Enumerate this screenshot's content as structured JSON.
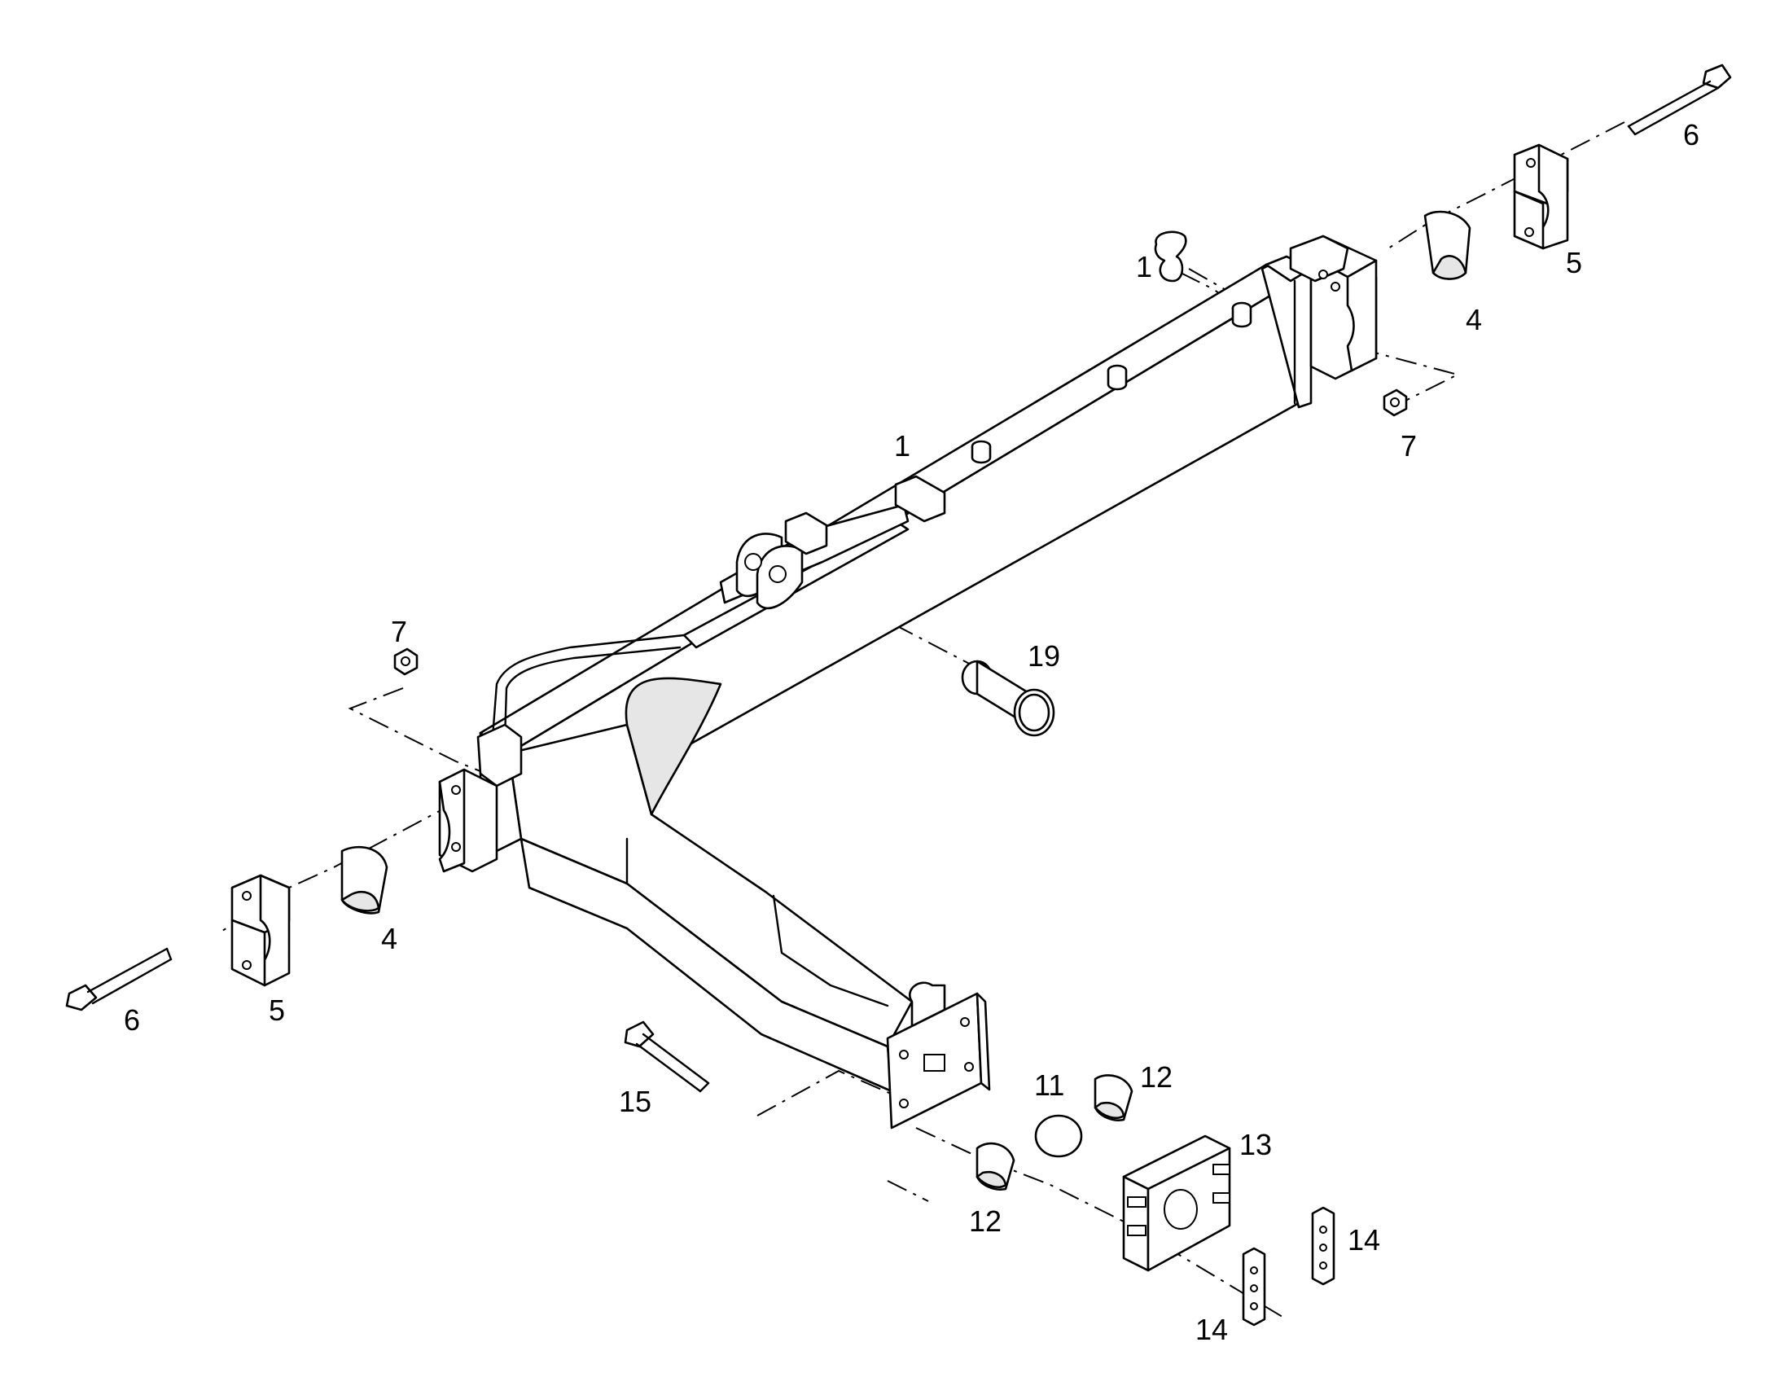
{
  "callouts": {
    "c1_top": "1",
    "c1_mid": "1",
    "c4_right": "4",
    "c4_left": "4",
    "c5_right": "5",
    "c5_left": "5",
    "c6_right": "6",
    "c6_left": "6",
    "c7_right": "7",
    "c7_left": "7",
    "c11": "11",
    "c12_top": "12",
    "c12_bottom": "12",
    "c13": "13",
    "c14_right": "14",
    "c14_left": "14",
    "c15": "15",
    "c19": "19"
  }
}
